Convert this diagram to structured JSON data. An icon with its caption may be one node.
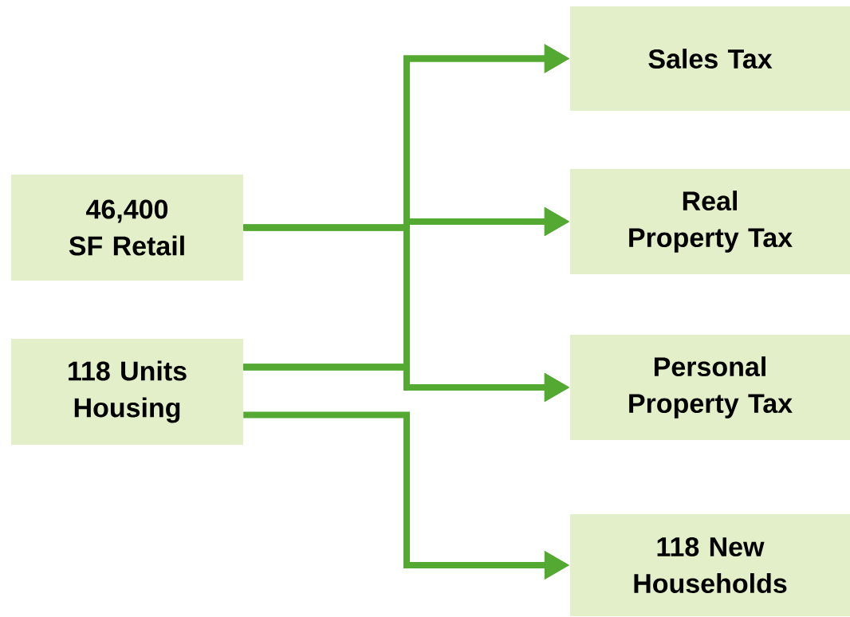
{
  "diagram": {
    "nodes": [
      {
        "text": [
          "46,400 SF Retail"
        ]
      },
      {
        "text": [
          "118 Units Housing"
        ]
      },
      {
        "text": [
          "Sales Tax"
        ]
      },
      {
        "text": [
          "Real Property Tax"
        ]
      },
      {
        "text": [
          "Personal Property Tax"
        ]
      },
      {
        "text": [
          "118 New Households"
        ]
      }
    ],
    "edges": [
      {
        "from": 0,
        "to": 2,
        "arrow": "to"
      },
      {
        "from": 0,
        "to": 3,
        "arrow": "to"
      },
      {
        "from": 0,
        "to": 4,
        "arrow": "to"
      },
      {
        "from": 1,
        "to": 2,
        "arrow": "to"
      },
      {
        "from": 1,
        "to": 3,
        "arrow": "to"
      },
      {
        "from": 1,
        "to": 4,
        "arrow": "to"
      },
      {
        "from": 1,
        "to": 5,
        "arrow": "to"
      }
    ]
  }
}
